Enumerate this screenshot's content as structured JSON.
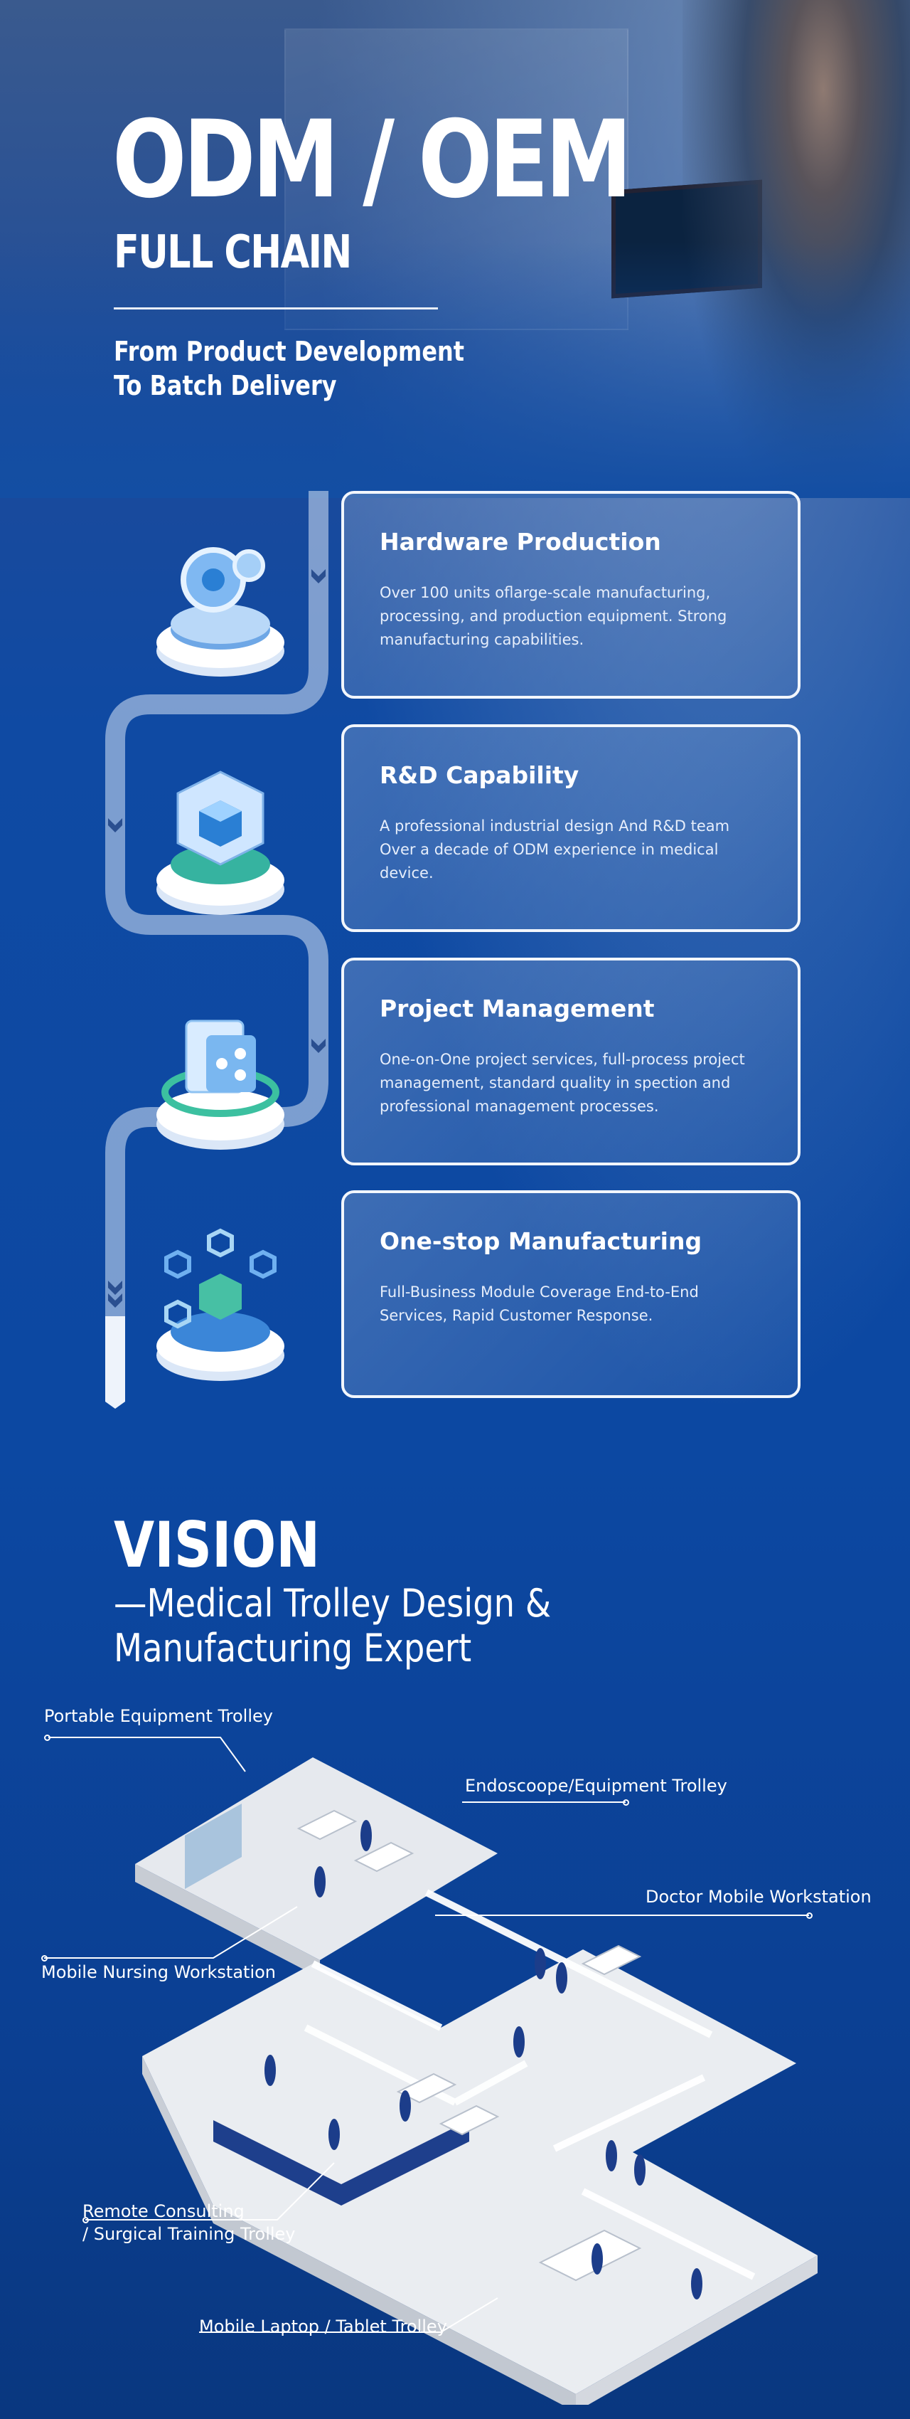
{
  "hero": {
    "title": "ODM / OEM",
    "subtitle": "FULL CHAIN",
    "tagline_line1": "From Product Development",
    "tagline_line2": "To Batch Delivery"
  },
  "features": [
    {
      "title": "Hardware Production",
      "icon": "gear-icon",
      "text": "Over 100 units oflarge-scale manufacturing, processing, and production equipment. Strong manufacturing capabilities."
    },
    {
      "title": "R&D Capability",
      "icon": "cube-icon",
      "text": "A professional industrial design And R&D team Over a decade of ODM experience in medical device."
    },
    {
      "title": "Project Management",
      "icon": "share-icon",
      "text": "One-on-One project services, full-process project management, standard quality in spection and professional management processes."
    },
    {
      "title": "One-stop Manufacturing",
      "icon": "network-icon",
      "text": "Full-Business Module Coverage End-to-End Services, Rapid Customer Response."
    }
  ],
  "vision": {
    "title": "VISION",
    "subtitle": "—Medical Trolley Design & Manufacturing Expert"
  },
  "floorplan_labels": {
    "portable": "Portable Equipment Trolley",
    "endoscope": "Endoscoope/Equipment Trolley",
    "doctor": "Doctor Mobile Workstation",
    "nursing": "Mobile Nursing Workstation",
    "remote_line1": "Remote Consulting",
    "remote_line2": "/ Surgical Training Trolley",
    "laptop": "Mobile Laptop / Tablet Trolley"
  },
  "colors": {
    "accent": "#0c48a2",
    "card_border": "#f2f6fc"
  }
}
